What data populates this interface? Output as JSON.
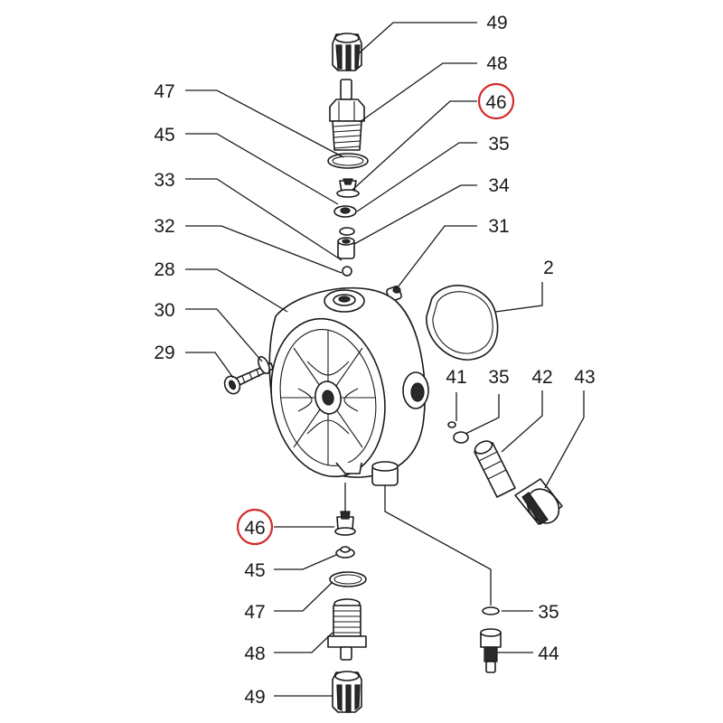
{
  "callouts": [
    {
      "id": "49-top",
      "text": "49"
    },
    {
      "id": "48-top",
      "text": "48"
    },
    {
      "id": "46-top",
      "text": "46",
      "highlight": true
    },
    {
      "id": "35-a",
      "text": "35"
    },
    {
      "id": "34",
      "text": "34"
    },
    {
      "id": "31",
      "text": "31"
    },
    {
      "id": "2",
      "text": "2"
    },
    {
      "id": "47-top",
      "text": "47"
    },
    {
      "id": "45-top",
      "text": "45"
    },
    {
      "id": "33",
      "text": "33"
    },
    {
      "id": "32",
      "text": "32"
    },
    {
      "id": "28",
      "text": "28"
    },
    {
      "id": "30",
      "text": "30"
    },
    {
      "id": "29",
      "text": "29"
    },
    {
      "id": "41",
      "text": "41"
    },
    {
      "id": "35-b",
      "text": "35"
    },
    {
      "id": "42",
      "text": "42"
    },
    {
      "id": "43",
      "text": "43"
    },
    {
      "id": "46-bottom",
      "text": "46",
      "highlight": true
    },
    {
      "id": "45-bottom",
      "text": "45"
    },
    {
      "id": "47-bottom",
      "text": "47"
    },
    {
      "id": "48-bottom",
      "text": "48"
    },
    {
      "id": "49-bottom",
      "text": "49"
    },
    {
      "id": "35-c",
      "text": "35"
    },
    {
      "id": "44",
      "text": "44"
    }
  ],
  "colors": {
    "ink": "#1a1a1a",
    "highlight": "#d42a2a",
    "background": "#ffffff"
  }
}
